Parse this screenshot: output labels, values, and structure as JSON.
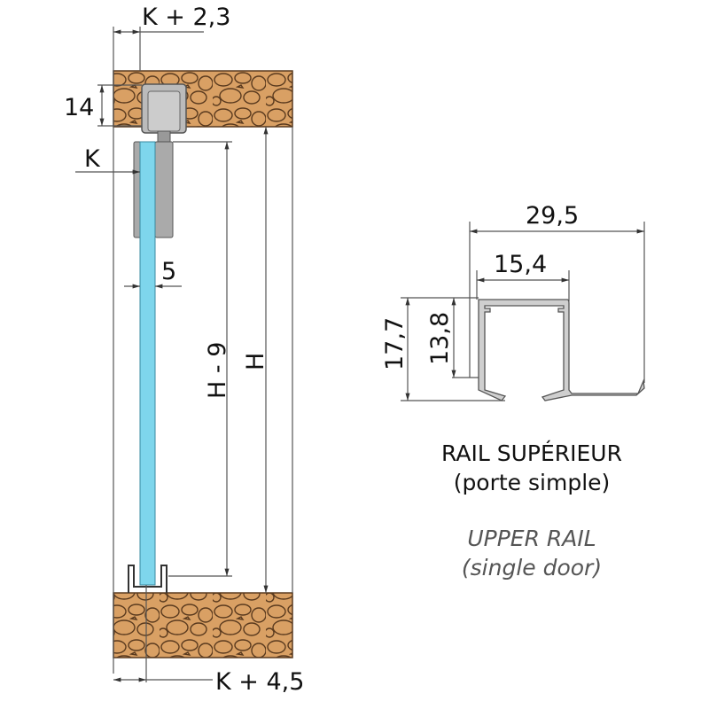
{
  "colors": {
    "stone_fill": "#d9a064",
    "stone_line": "#5a3a1e",
    "glass": "#7ed6ec",
    "aluminium": "#c8c8c8",
    "dim_line": "#555555"
  },
  "section_view": {
    "dims": {
      "top_offset": "K + 2,3",
      "rail_height": "14",
      "k": "K",
      "glass_thickness": "5",
      "door_height": "H - 9",
      "total_height": "H",
      "bottom_offset": "K + 4,5"
    }
  },
  "profile_view": {
    "dims": {
      "total_width": "29,5",
      "inner_width": "15,4",
      "total_height": "17,7",
      "inner_height": "13,8"
    }
  },
  "caption": {
    "fr_title": "RAIL SUPÉRIEUR",
    "fr_subtitle": "(porte simple)",
    "en_title": "UPPER RAIL",
    "en_subtitle": "(single door)"
  }
}
